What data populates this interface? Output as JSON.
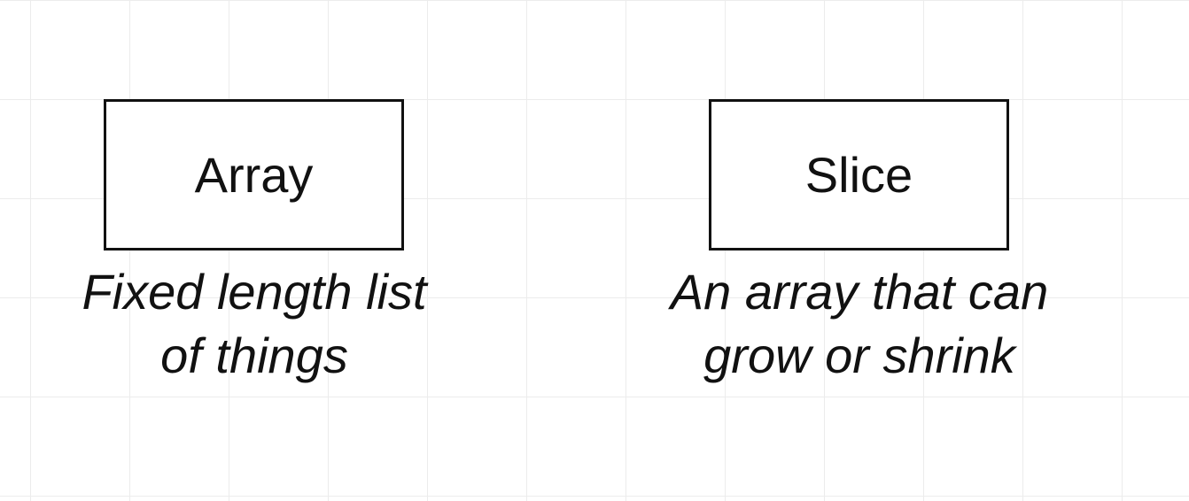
{
  "nodes": {
    "array": {
      "label": "Array",
      "caption_line1": "Fixed length list",
      "caption_line2": "of things"
    },
    "slice": {
      "label": "Slice",
      "caption_line1": "An array that can",
      "caption_line2": "grow or shrink"
    }
  },
  "colors": {
    "stroke": "#111111",
    "grid": "#ececec",
    "background": "#ffffff"
  }
}
